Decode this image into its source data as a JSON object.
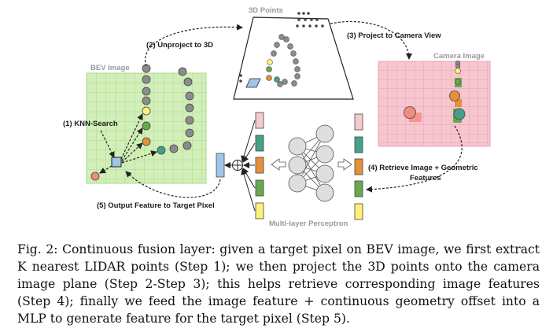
{
  "figure": {
    "labels": {
      "points_3d": "3D Points",
      "bev_image": "BEV Image",
      "camera_image": "Camera Image",
      "mlp": "Multi-layer Perceptron",
      "step1": "(1) KNN-Search",
      "step2": "(2) Unproject to 3D",
      "step3": "(3) Project to Camera View",
      "step4_line1": "(4) Retrieve Image + Geometric",
      "step4_line2": "Features",
      "step5": "(5) Output Feature to Target Pixel"
    },
    "colors": {
      "bev_fill": "#d2efb9",
      "bev_grid": "#a9d88a",
      "camera_fill": "#f7c6cf",
      "camera_grid": "#e8a3b0",
      "point_grey": "#8c8c8c",
      "yellow": "#fff07a",
      "green": "#6aa84f",
      "orange": "#e69138",
      "teal": "#45a08a",
      "red": "#f28b82",
      "blue": "#9fc5e8",
      "pink": "#f4cccc"
    }
  },
  "caption": {
    "text": "Fig. 2: Continuous fusion layer: given a target pixel on BEV image, we first extract K nearest LIDAR points (Step 1); we then project the 3D points onto the camera image plane (Step 2-Step 3); this helps retrieve corresponding image features (Step 4); finally we feed the image feature + continuous geometry offset into a MLP to generate feature for the target pixel (Step 5)."
  }
}
